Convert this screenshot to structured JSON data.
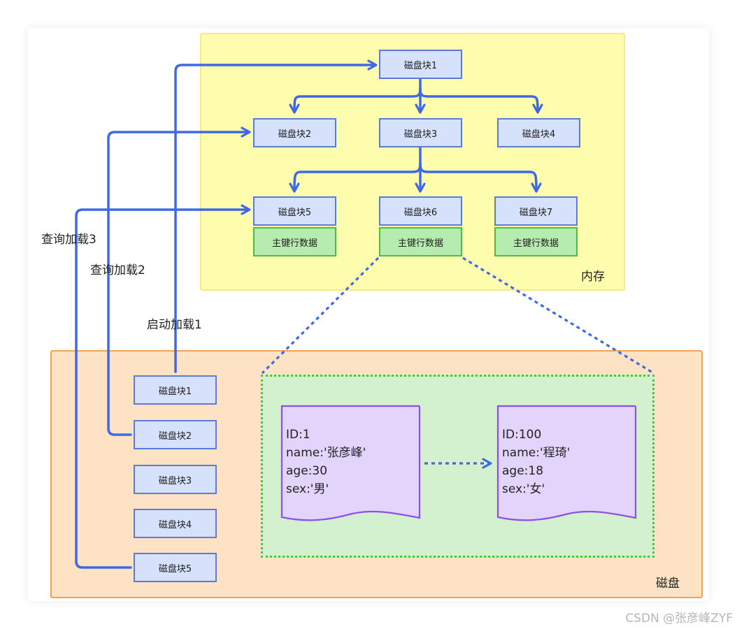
{
  "memory": {
    "label": "内存",
    "blocks": [
      "磁盘块1",
      "磁盘块2",
      "磁盘块3",
      "磁盘块4",
      "磁盘块5",
      "磁盘块6",
      "磁盘块7"
    ],
    "row_data_label": "主键行数据"
  },
  "disk": {
    "label": "磁盘",
    "blocks": [
      "磁盘块1",
      "磁盘块2",
      "磁盘块3",
      "磁盘块4",
      "磁盘块5"
    ]
  },
  "flows": {
    "startup_load": "启动加载1",
    "query_load_2": "查询加载2",
    "query_load_3": "查询加载3"
  },
  "records": [
    {
      "id": "ID:1",
      "name": "name:'张彦峰'",
      "age": "age:30",
      "sex": "sex:'男'"
    },
    {
      "id": "ID:100",
      "name": "name:'程琦'",
      "age": "age:18",
      "sex": "sex:'女'"
    }
  ],
  "watermark": "CSDN @张彦峰ZYF",
  "colors": {
    "memory_bg": "#fdfdad",
    "disk_bg": "#fde3c3",
    "detail_bg": "#d3f1cf",
    "arrow": "#3f68e6",
    "block_bg": "#d6e1fb",
    "row_data_bg": "#b6ecb0",
    "record_bg": "#e3d4fb",
    "record_border": "#8e4fe6"
  }
}
